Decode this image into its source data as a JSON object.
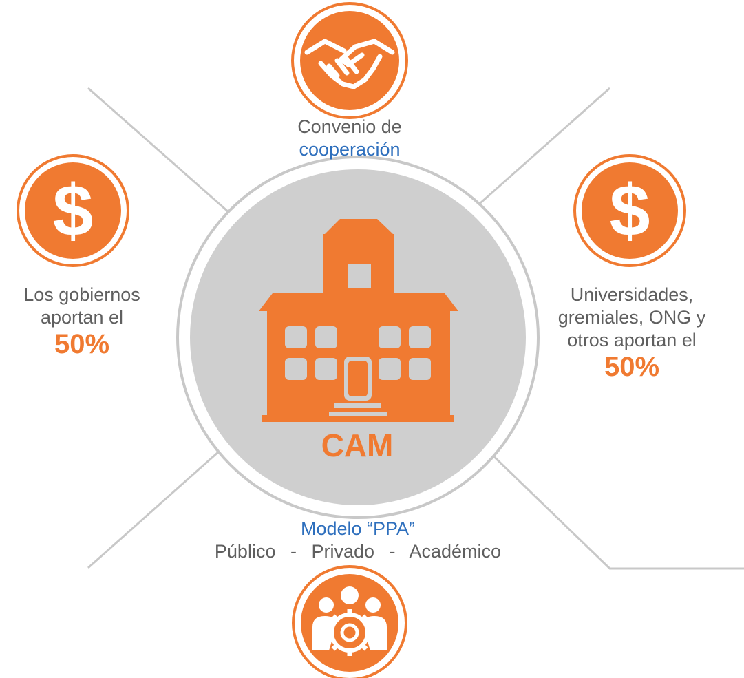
{
  "colors": {
    "accent": "#f07a31",
    "blue_text": "#2e6fbd",
    "gray_text": "#5f5f5f",
    "center_circle": "#cfcfcf",
    "lines": "#c8c8c8"
  },
  "center": {
    "label": "CAM",
    "icon": "school-building-icon"
  },
  "top": {
    "icon": "handshake-icon",
    "line1": "Convenio de",
    "line2": "cooperación"
  },
  "left": {
    "icon": "dollar-icon",
    "line1": "Los gobiernos",
    "line2": "aportan el",
    "percent": "50%"
  },
  "right": {
    "icon": "dollar-icon",
    "line1": "Universidades,",
    "line2": "gremiales, ONG y",
    "line3": "otros aportan el",
    "percent": "50%"
  },
  "bottom": {
    "icon": "team-gear-icon",
    "line1": "Modelo “PPA”",
    "line2": "Público - Privado - Académico"
  }
}
